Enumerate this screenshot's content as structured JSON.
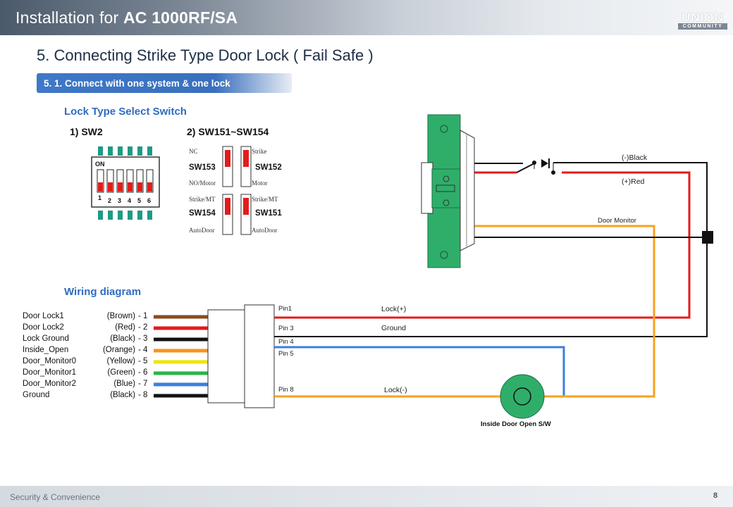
{
  "header": {
    "prefix": "Installation for",
    "model": "AC 1000RF/SA"
  },
  "logo": {
    "main": "UNION",
    "sub": "COMMUNITY"
  },
  "page_title": "5. Connecting Strike Type Door Lock ( Fail Safe )",
  "section": "5. 1. Connect with one system & one lock",
  "lock_type": {
    "heading": "　Lock Type Select Switch",
    "sw2_title": "1) SW2",
    "sw151_title": "2) SW151~SW154",
    "dip": {
      "on_label": "ON",
      "numbers": [
        "1",
        "2",
        "3",
        "4",
        "5",
        "6"
      ]
    },
    "switches": [
      {
        "name": "SW153",
        "top": "NC",
        "bottom": "NO/Motor"
      },
      {
        "name": "SW152",
        "top": "Strike",
        "bottom": "Motor"
      },
      {
        "name": "SW154",
        "top": "Strike/MT",
        "bottom": "AutoDoor"
      },
      {
        "name": "SW151",
        "top": "Strike/MT",
        "bottom": "AutoDoor"
      }
    ]
  },
  "wiring": {
    "heading": "　Wiring diagram",
    "rows": [
      {
        "name": "Door Lock1",
        "color_label": "(Brown)",
        "pin": "- 1",
        "color": "#8b4a1c"
      },
      {
        "name": "Door Lock2",
        "color_label": "(Red)",
        "pin": "- 2",
        "color": "#e41b1b"
      },
      {
        "name": "Lock Ground",
        "color_label": "(Black)",
        "pin": "- 3",
        "color": "#111111"
      },
      {
        "name": "Inside_Open",
        "color_label": "(Orange)",
        "pin": "- 4",
        "color": "#f7941d"
      },
      {
        "name": "Door_Monitor0",
        "color_label": "(Yellow)",
        "pin": "- 5",
        "color": "#f2e500"
      },
      {
        "name": "Door_Monitor1",
        "color_label": "(Green)",
        "pin": "- 6",
        "color": "#2db34a"
      },
      {
        "name": "Door_Monitor2",
        "color_label": "(Blue)",
        "pin": "- 7",
        "color": "#3c7ee0"
      },
      {
        "name": "Ground",
        "color_label": "(Black)",
        "pin": "- 8",
        "color": "#111111"
      }
    ],
    "pins": [
      "Pin1",
      "Pin 3",
      "Pin 4",
      "Pin 5",
      "Pin 8"
    ],
    "labels": {
      "lock_plus": "Lock(+)",
      "ground": "Ground",
      "lock_minus": "Lock(-)",
      "black": "(-)Black",
      "red": "(+)Red",
      "door_monitor": "Door Monitor",
      "inside_sw": "Inside Door Open S/W"
    },
    "colors": {
      "red": "#e41b1b",
      "black": "#111111",
      "orange": "#f7a21e",
      "blue": "#3c7ee0",
      "lock_green": "#2fae6a"
    }
  },
  "footer": {
    "text": "Security & Convenience",
    "page": "8"
  }
}
